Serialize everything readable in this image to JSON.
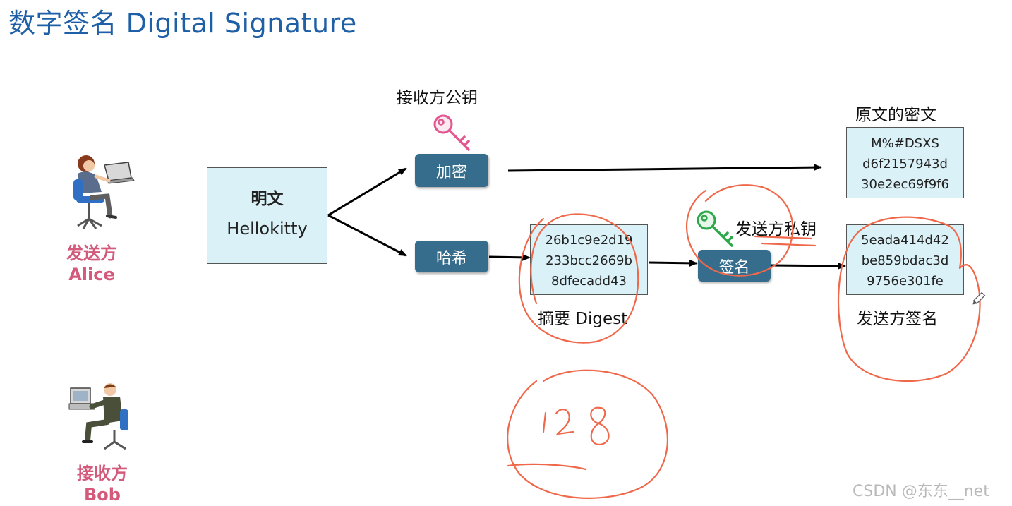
{
  "title": "数字签名 Digital Signature",
  "sender": {
    "role": "发送方",
    "name": "Alice"
  },
  "receiver": {
    "role": "接收方",
    "name": "Bob"
  },
  "plaintext": {
    "heading": "明文",
    "value": "Hellokitty"
  },
  "receiver_public_key_label": "接收方公钥",
  "encrypt_button": "加密",
  "hash_button": "哈希",
  "sign_button": "签名",
  "sender_private_key_label": "发送方私钥",
  "ciphertext": {
    "label": "原文的密文",
    "lines": [
      "M%#DSXS",
      "d6f2157943d",
      "30e2ec69f9f6"
    ]
  },
  "digest": {
    "label": "摘要 Digest",
    "lines": [
      "26b1c9e2d19",
      "233bcc2669b",
      "8dfecadd43"
    ]
  },
  "signature": {
    "label": "发送方签名",
    "lines": [
      "5eada414d42",
      "be859bdac3d",
      "9756e301fe"
    ]
  },
  "annotation_text": "128",
  "watermark": "CSDN @东东__net",
  "colors": {
    "title": "#1e5fa6",
    "box_fill": "#d9f1f7",
    "button_fill": "#366d8c",
    "public_key": "#e2578f",
    "private_key": "#2ba84a",
    "annotation": "#f0684a",
    "person_label": "#d45a7c"
  }
}
